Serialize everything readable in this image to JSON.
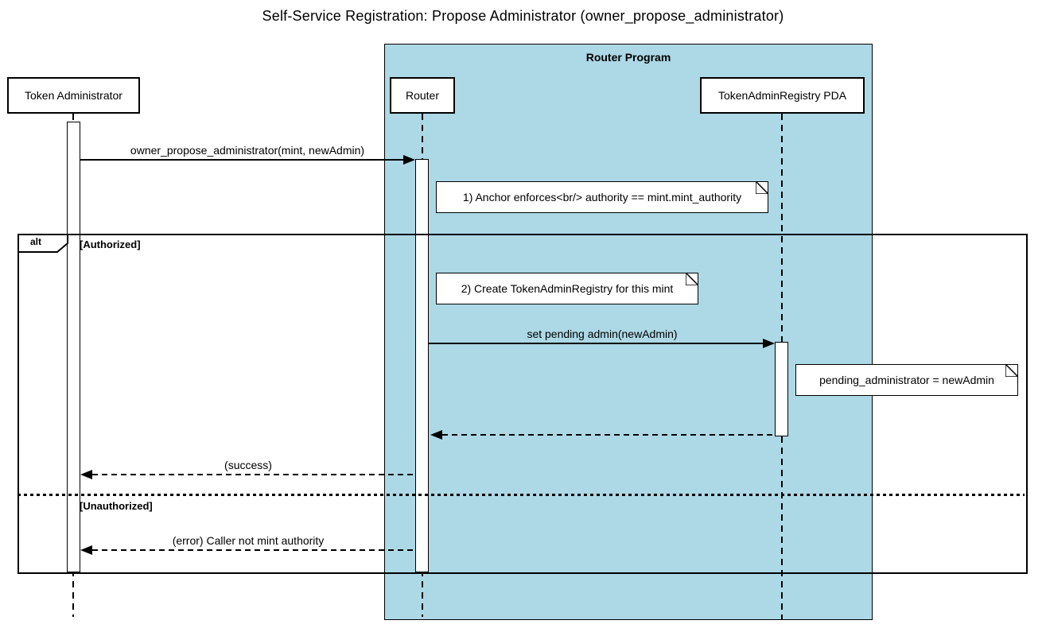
{
  "title": "Self-Service Registration: Propose Administrator (owner_propose_administrator)",
  "program_box": {
    "label": "Router Program"
  },
  "actors": {
    "token_administrator": {
      "label": "Token Administrator"
    },
    "router": {
      "label": "Router"
    },
    "registry_pda": {
      "label": "TokenAdminRegistry PDA"
    }
  },
  "messages": {
    "propose": {
      "label": "owner_propose_administrator(mint, newAdmin)",
      "type": "solid",
      "from": "token_administrator",
      "to": "router"
    },
    "set_pending": {
      "label": "set pending admin(newAdmin)",
      "type": "solid",
      "from": "router",
      "to": "registry_pda"
    },
    "registry_return": {
      "label": "",
      "type": "dashed-return",
      "from": "registry_pda",
      "to": "router"
    },
    "success": {
      "label": "(success)",
      "type": "dashed-return",
      "from": "router",
      "to": "token_administrator"
    },
    "error": {
      "label": "(error) Caller not mint authority",
      "type": "dashed-return",
      "from": "router",
      "to": "token_administrator"
    }
  },
  "notes": {
    "anchor_enforces": {
      "text": "1) Anchor enforces<br/> authority == mint.mint_authority"
    },
    "create_registry": {
      "text": "2) Create TokenAdminRegistry for this mint"
    },
    "pending_admin": {
      "text": "pending_administrator = newAdmin"
    }
  },
  "alt_fragment": {
    "operator": "alt",
    "authorized_label": "[Authorized]",
    "unauthorized_label": "[Unauthorized]"
  },
  "colors": {
    "program_box_fill": "#ADD8E6",
    "note_fill": "#FFFFFF",
    "line": "#000000",
    "background": "#FFFFFF"
  }
}
